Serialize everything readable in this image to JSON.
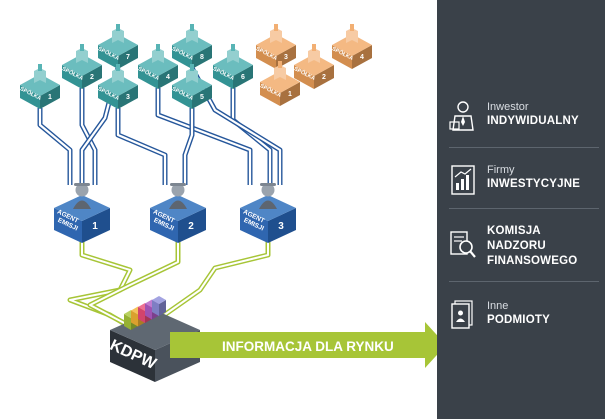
{
  "diagram": {
    "companies": [
      {
        "label": "SPÓŁKA",
        "number": "1",
        "color": "teal"
      },
      {
        "label": "SPÓŁKA",
        "number": "2",
        "color": "teal"
      },
      {
        "label": "SPÓŁKA",
        "number": "3",
        "color": "teal"
      },
      {
        "label": "SPÓŁKA",
        "number": "4",
        "color": "teal"
      },
      {
        "label": "SPÓŁKA",
        "number": "5",
        "color": "teal"
      },
      {
        "label": "SPÓŁKA",
        "number": "6",
        "color": "teal"
      },
      {
        "label": "SPÓŁKA",
        "number": "7",
        "color": "teal"
      },
      {
        "label": "SPÓŁKA",
        "number": "8",
        "color": "teal"
      },
      {
        "label": "SPÓŁKA",
        "number": "1",
        "color": "orange"
      },
      {
        "label": "SPÓŁKA",
        "number": "2",
        "color": "orange"
      },
      {
        "label": "SPÓŁKA",
        "number": "3",
        "color": "orange"
      },
      {
        "label": "SPÓŁKA",
        "number": "4",
        "color": "orange"
      }
    ],
    "agents": [
      {
        "label1": "AGENT",
        "label2": "EMISJI",
        "number": "1"
      },
      {
        "label1": "AGENT",
        "label2": "EMISJI",
        "number": "2"
      },
      {
        "label1": "AGENT",
        "label2": "EMISJI",
        "number": "3"
      }
    ],
    "kdpw_label": "KDPW",
    "arrow_label": "INFORMACJA DLA RYNKU"
  },
  "colors": {
    "teal": "#3aa7a8",
    "orange": "#f0a15a",
    "navy": "#26579b",
    "green": "#a7c537",
    "panel": "#3a4149",
    "kdpw": "#3f4650"
  },
  "recipients": [
    {
      "icon": "investor-icon",
      "light": "Inwestor",
      "bold": "INDYWIDUALNY"
    },
    {
      "icon": "firm-icon",
      "light": "Firmy",
      "bold": "INWESTYCYJNE"
    },
    {
      "icon": "commission-icon",
      "bold_lines": [
        "KOMISJA",
        "NADZORU",
        "FINANSOWEGO"
      ]
    },
    {
      "icon": "document-icon",
      "light": "Inne",
      "bold": "PODMIOTY"
    }
  ]
}
